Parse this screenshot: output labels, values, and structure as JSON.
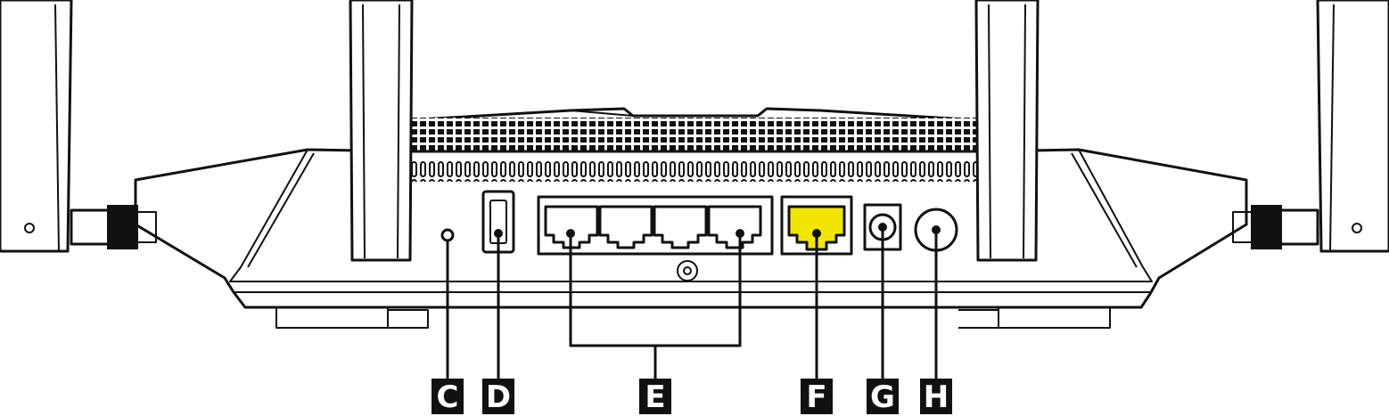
{
  "labels": {
    "c": "C",
    "d": "D",
    "e": "E",
    "f": "F",
    "g": "G",
    "h": "H"
  },
  "colors": {
    "outline": "#111111",
    "background": "#ffffff",
    "internet_port": "#f2e600",
    "label_box": "#111111",
    "label_text": "#ffffff"
  },
  "lan_port_count": 4,
  "antenna_count": 4
}
